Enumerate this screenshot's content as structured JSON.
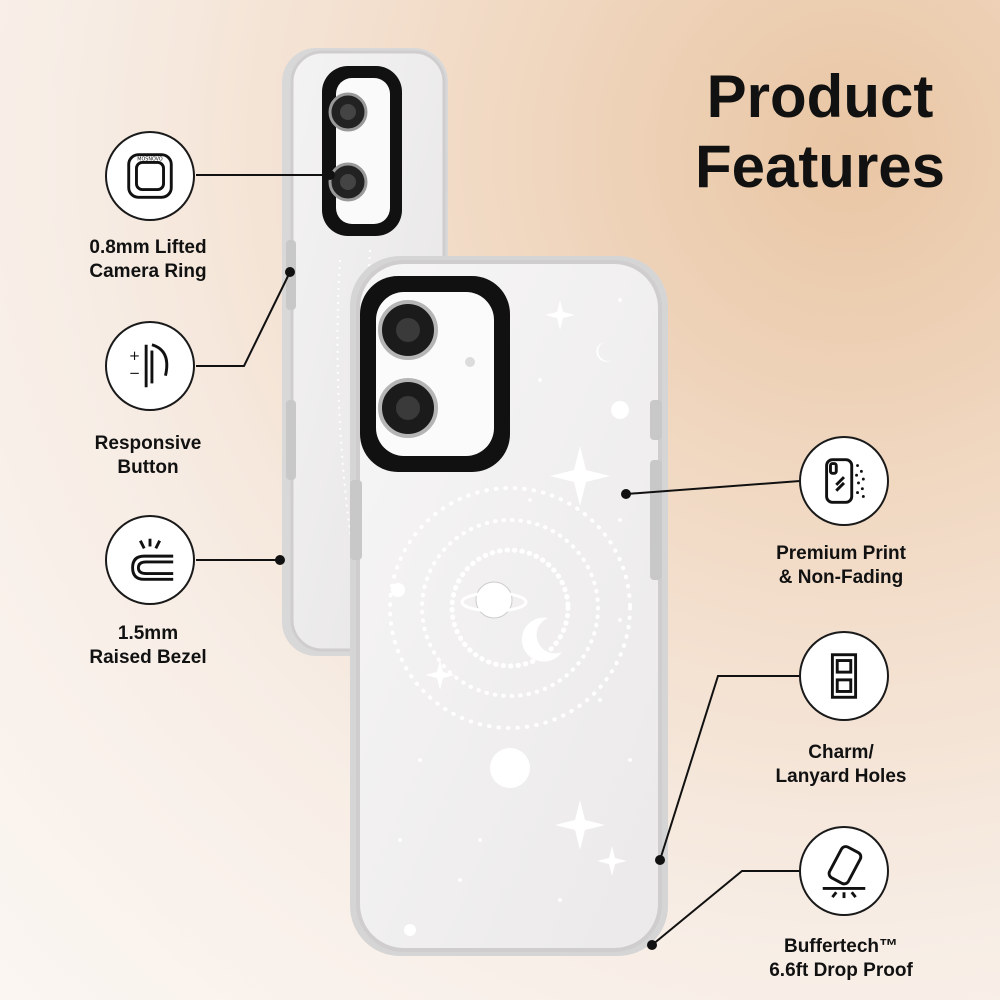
{
  "heading": {
    "line1": "Product",
    "line2": "Features"
  },
  "features": [
    {
      "icon": "camera-ring-icon",
      "line1": "0.8mm Lifted",
      "line2": "Camera Ring"
    },
    {
      "icon": "button-icon",
      "line1": "Responsive",
      "line2": "Button"
    },
    {
      "icon": "bezel-icon",
      "line1": "1.5mm",
      "line2": "Raised Bezel"
    },
    {
      "icon": "print-icon",
      "line1": "Premium Print",
      "line2": "& Non-Fading"
    },
    {
      "icon": "lanyard-hole-icon",
      "line1": "Charm/",
      "line2": "Lanyard Holes"
    },
    {
      "icon": "drop-proof-icon",
      "line1": "Buffertech™",
      "line2": "6.6ft Drop Proof"
    }
  ],
  "brand": {
    "camera_ring_text": "MOSNOVO"
  }
}
